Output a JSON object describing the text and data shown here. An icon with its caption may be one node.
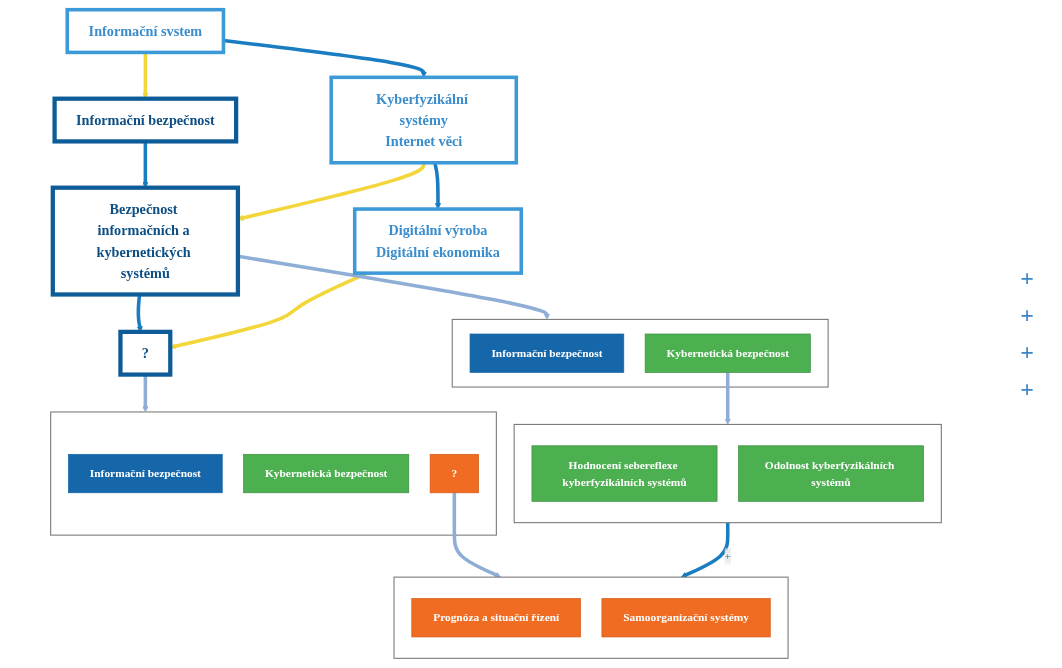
{
  "diagram": {
    "nodes": [
      {
        "text": [
          "Informační svstem"
        ]
      },
      {
        "text": [
          "Informační bezpečnost"
        ]
      },
      {
        "text": [
          "Kyberfyzikální systémy",
          "Internet věci"
        ]
      },
      {
        "text": [
          "Bezpečnost informačních a kybernetických systémů"
        ]
      },
      {
        "text": [
          "Digitální výroba",
          "Digitální ekonomika"
        ]
      },
      {
        "text": [
          "?"
        ]
      },
      {
        "text": [],
        "shape": "box"
      },
      {
        "text": [
          "Informační bezpečnost"
        ],
        "in": 6
      },
      {
        "text": [
          "Kybernetická bezpečnost"
        ],
        "in": 6
      },
      {
        "text": [],
        "shape": "box"
      },
      {
        "text": [
          "Hodnocení sebereflexe kyberfyzikálních systémů"
        ],
        "in": 9
      },
      {
        "text": [
          "Odolnost kyberfyzikálních systémů"
        ],
        "in": 9
      },
      {
        "text": [],
        "shape": "box"
      },
      {
        "text": [
          "Informační bezpečnost"
        ],
        "in": 12
      },
      {
        "text": [
          "Kybernetická bezpečnost"
        ],
        "in": 12
      },
      {
        "text": [
          "?"
        ],
        "in": 12
      },
      {
        "text": [],
        "shape": "box"
      },
      {
        "text": [
          "Prognóza a situační řízení"
        ],
        "in": 16
      },
      {
        "text": [
          "Samoorganizační systémy"
        ],
        "in": 16
      }
    ],
    "edges": [
      {
        "from": 0,
        "to": 1,
        "arrow": "to",
        "color": "#f2d63a"
      },
      {
        "from": 0,
        "to": 2,
        "arrow": "to"
      },
      {
        "from": 1,
        "to": 3,
        "arrow": "to"
      },
      {
        "from": 2,
        "to": 3,
        "arrow": "to",
        "color": "#f2d63a"
      },
      {
        "from": 2,
        "to": 4,
        "arrow": "to"
      },
      {
        "from": 3,
        "to": 5,
        "arrow": "to"
      },
      {
        "from": 4,
        "to": 5,
        "arrow": "to",
        "color": "#f2d63a"
      },
      {
        "from": 3,
        "to": 6,
        "arrow": "to",
        "color": "#8eaed6"
      },
      {
        "from": 8,
        "to": 9,
        "arrow": "to",
        "color": "#8eaed6"
      },
      {
        "from": 5,
        "to": 12,
        "arrow": "to",
        "color": "#8eaed6"
      },
      {
        "from": 15,
        "to": 16,
        "arrow": "to",
        "color": "#8eaed6"
      },
      {
        "from": 9,
        "to": 16,
        "label": "+",
        "arrow": "to"
      }
    ],
    "labels": [
      "+",
      "+",
      "+",
      "+"
    ]
  }
}
